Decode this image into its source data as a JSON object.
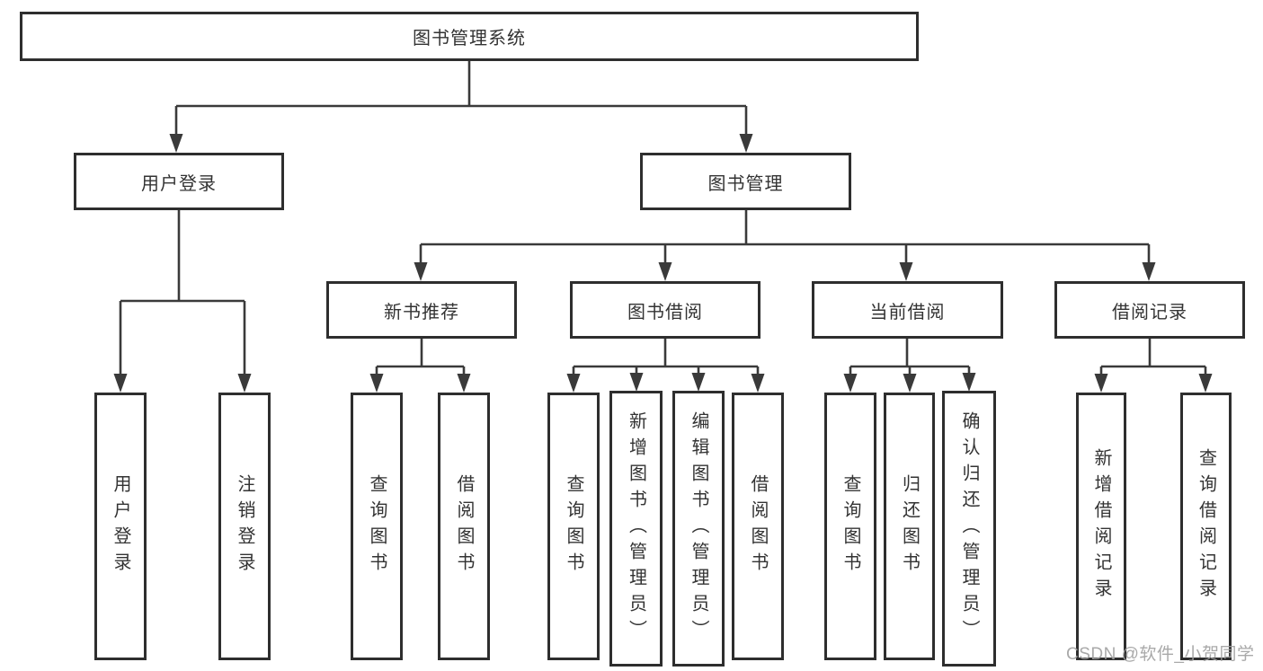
{
  "diagram": {
    "root_label": "图书管理系统",
    "branches": {
      "user_login": {
        "label": "用户登录",
        "children": [
          "用户登录",
          "注销登录"
        ]
      },
      "book_management": {
        "label": "图书管理",
        "sections": {
          "new_book_recommend": {
            "label": "新书推荐",
            "children": [
              "查询图书",
              "借阅图书"
            ]
          },
          "book_borrow": {
            "label": "图书借阅",
            "children": [
              "查询图书",
              "新增图书（管理员）",
              "编辑图书（管理员）",
              "借阅图书"
            ]
          },
          "current_borrow": {
            "label": "当前借阅",
            "children": [
              "查询图书",
              "归还图书",
              "确认归还（管理员）"
            ]
          },
          "borrow_records": {
            "label": "借阅记录",
            "children": [
              "新增借阅记录",
              "查询借阅记录"
            ]
          }
        }
      }
    },
    "line_color": "#3a3a3a",
    "border_color": "#2e2e2e",
    "text_color": "#333333"
  },
  "watermark": {
    "text": "CSDN @软件_小贺同学"
  }
}
